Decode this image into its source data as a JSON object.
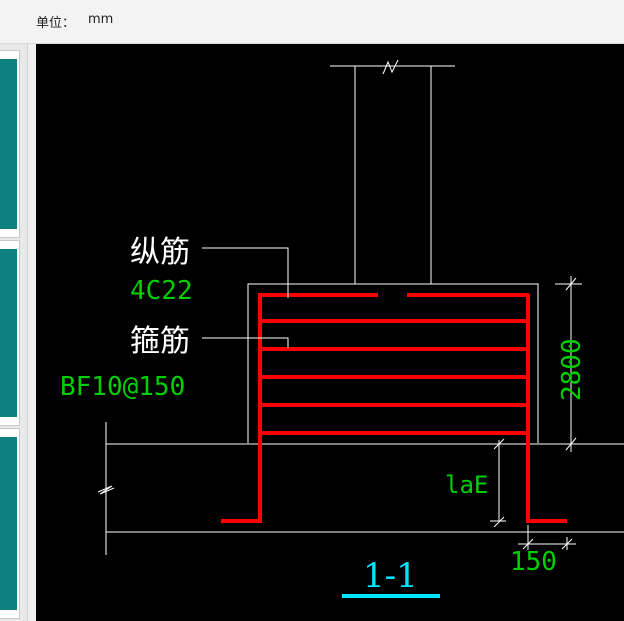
{
  "header": {
    "unit_label": "单位：",
    "unit_value": "mm"
  },
  "diagram": {
    "labels": {
      "long_rebar": "纵筋",
      "long_rebar_spec": "4C22",
      "stirrup": "箍筋",
      "stirrup_spec": "BF10@150",
      "height_dim": "2800",
      "anchorage": "laE",
      "bottom_dim": "150",
      "section_title": "1-1"
    },
    "colors": {
      "rebar": "#ff0000",
      "line": "#ffffff",
      "dimension_text": "#00d000",
      "title": "#00e5ff"
    }
  }
}
